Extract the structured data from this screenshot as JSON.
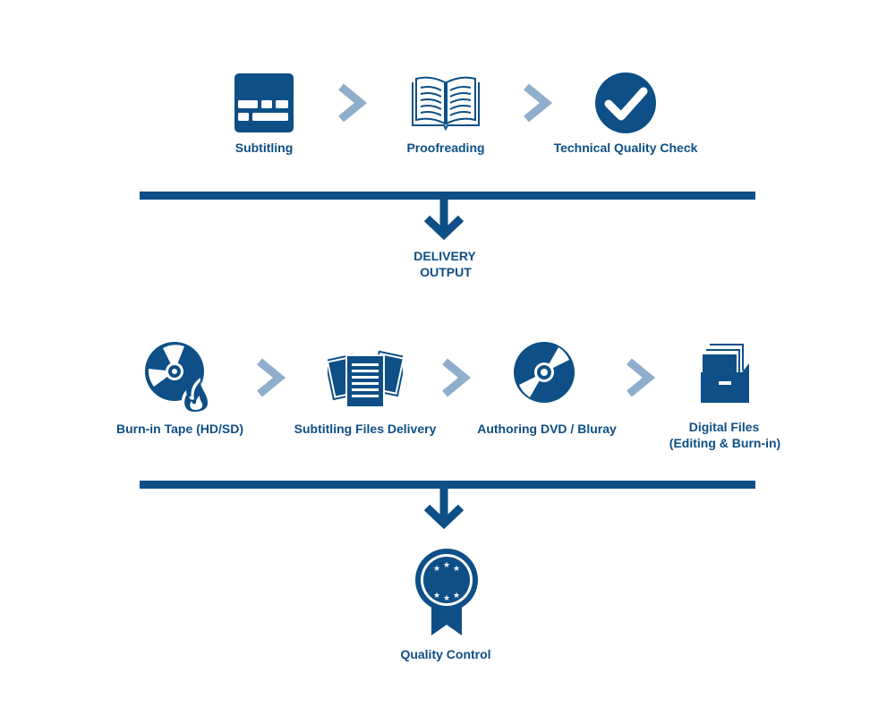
{
  "colors": {
    "primary": "#0d4f86",
    "chevron": "#8eaecb",
    "background": "#ffffff"
  },
  "row1": {
    "steps": [
      {
        "label": "Subtitling",
        "icon": "subtitles-icon"
      },
      {
        "label": "Proofreading",
        "icon": "open-book-icon"
      },
      {
        "label": "Technical Quality Check",
        "icon": "checkmark-circle-icon"
      }
    ]
  },
  "delivery": {
    "line1": "DELIVERY",
    "line2": "OUTPUT"
  },
  "row2": {
    "steps": [
      {
        "label": "Burn-in Tape (HD/SD)",
        "icon": "burning-disc-icon"
      },
      {
        "label": "Subtitling Files Delivery",
        "icon": "documents-icon"
      },
      {
        "label": "Authoring DVD / Bluray",
        "icon": "disc-icon"
      },
      {
        "label_line1": "Digital Files",
        "label_line2": "(Editing & Burn-in)",
        "icon": "file-box-icon"
      }
    ]
  },
  "final": {
    "label": "Quality Control",
    "icon": "award-badge-icon"
  }
}
